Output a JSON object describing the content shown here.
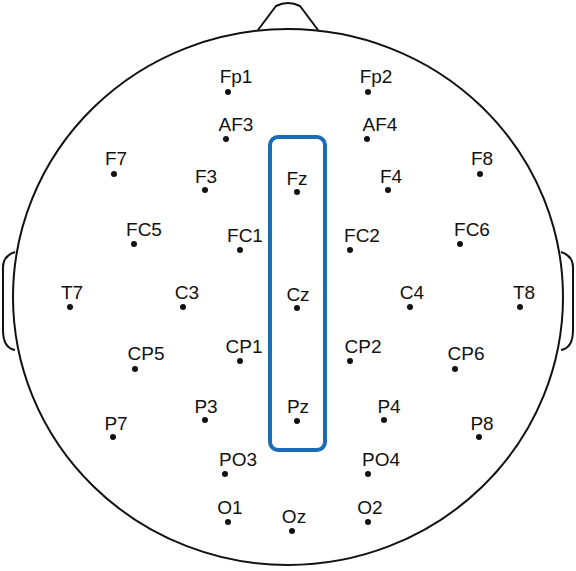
{
  "diagram": {
    "labels": [
      "Fp1",
      "Fp2",
      "AF3",
      "AF4",
      "F7",
      "F3",
      "Fz",
      "F4",
      "F8",
      "FC5",
      "FC1",
      "FC2",
      "FC6",
      "T7",
      "C3",
      "Cz",
      "C4",
      "T8",
      "CP5",
      "CP1",
      "CP2",
      "CP6",
      "P7",
      "P3",
      "Pz",
      "P4",
      "P8",
      "PO3",
      "PO4",
      "O1",
      "Oz",
      "O2"
    ]
  }
}
